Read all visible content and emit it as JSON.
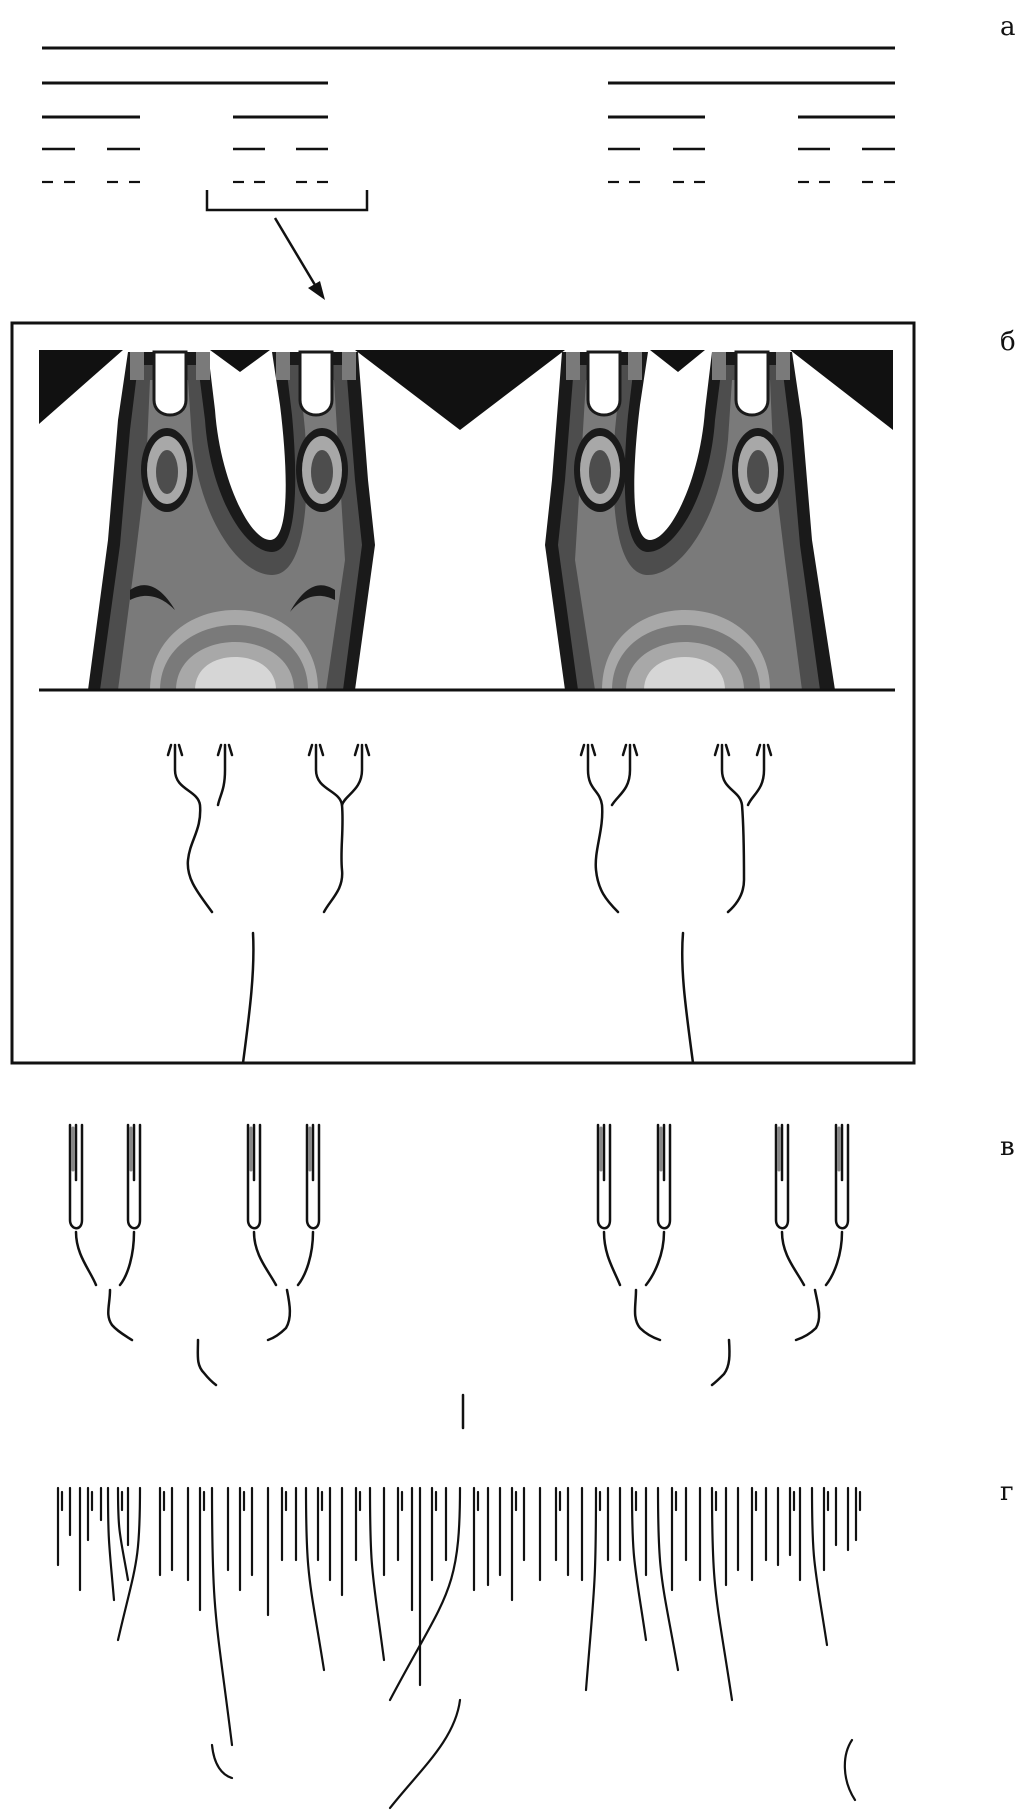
{
  "panels": [
    {
      "id": "a",
      "label": "а"
    },
    {
      "id": "b",
      "label": "б"
    },
    {
      "id": "v",
      "label": "в"
    },
    {
      "id": "g",
      "label": "г"
    }
  ],
  "colors": {
    "ink": "#111111",
    "bands": [
      "#1a1a1a",
      "#4d4d4d",
      "#7a7a7a",
      "#a8a8a8",
      "#d6d6d6"
    ]
  }
}
